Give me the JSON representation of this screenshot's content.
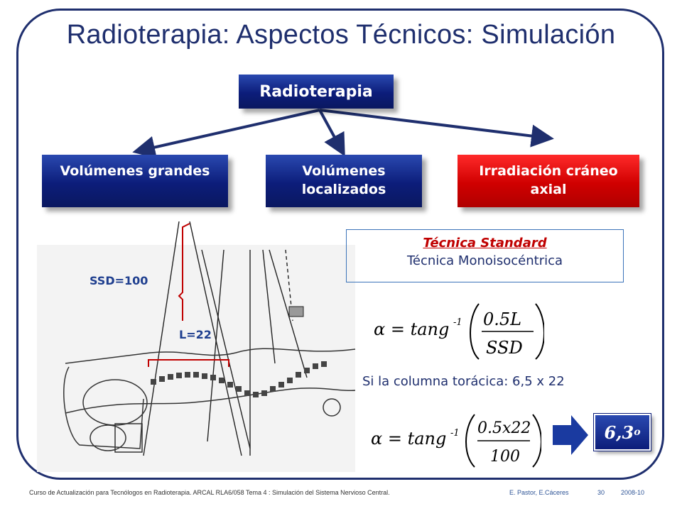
{
  "slide": {
    "title": "Radioterapia: Aspectos Técnicos: Simulación",
    "root_box": "Radioterapia",
    "children": [
      {
        "label": "Volúmenes grandes",
        "color": "#0c1d7a"
      },
      {
        "label": "Volúmenes localizados",
        "color": "#0c1d7a"
      },
      {
        "label": "Irradiación cráneo axial",
        "color": "#d00000"
      }
    ]
  },
  "diagram": {
    "ssd_label": "SSD=100",
    "length_label": "L=22"
  },
  "technique": {
    "standard": "Técnica Standard",
    "monoisocentric": "Técnica Monoisocéntrica"
  },
  "formula": {
    "lhs": "α = tang",
    "inverse": "-1",
    "numerator1": "0.5L",
    "denominator1": "SSD",
    "numerator2": "0.5x22",
    "denominator2": "100",
    "column_text": "Si la columna torácica: 6,5 x 22",
    "result": "6,3",
    "result_unit": "o"
  },
  "footer": {
    "course": "Curso de Actualización para Tecnólogos en Radioterapia.  ARCAL RLA6/058  Tema 4 : Simulación del Sistema Nervioso Central.",
    "authors": "E. Pastor,  E.Cáceres",
    "page": "30",
    "year": "2008-10"
  },
  "colors": {
    "navy": "#1f2f6e",
    "box_blue": "#0c1d7a",
    "box_red": "#d00000",
    "accent_red": "#c00000"
  }
}
